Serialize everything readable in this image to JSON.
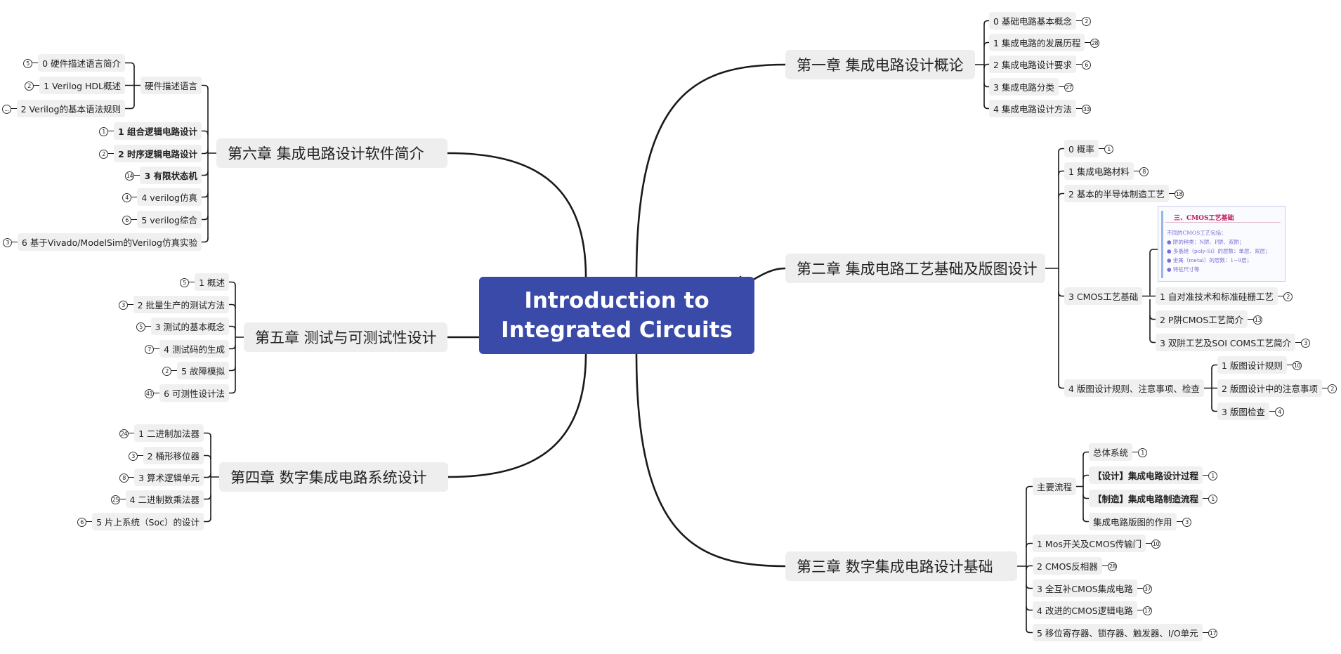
{
  "center": {
    "line1": "Introduction to",
    "line2": "Integrated Circuits"
  },
  "ch1": {
    "title": "第一章 集成电路设计概论",
    "items": [
      {
        "label": "0 基础电路基本概念",
        "count": "2"
      },
      {
        "label": "1 集成电路的发展历程",
        "count": "28"
      },
      {
        "label": "2 集成电路设计要求",
        "count": "6"
      },
      {
        "label": "3 集成电路分类",
        "count": "27"
      },
      {
        "label": "4 集成电路设计方法",
        "count": "33"
      }
    ]
  },
  "ch2": {
    "title": "第二章 集成电路工艺基础及版图设计",
    "items": [
      {
        "label": "0 概率",
        "count": "1"
      },
      {
        "label": "1 集成电路材料",
        "count": "8"
      },
      {
        "label": "2 基本的半导体制造工艺",
        "count": "18"
      },
      {
        "label": "3 CMOS工艺基础"
      },
      {
        "label": "4 版图设计规则、注意事项、检查"
      }
    ],
    "cmos": [
      {
        "label": "1 自对准技术和标准硅栅工艺",
        "count": "2"
      },
      {
        "label": "2 P阱CMOS工艺简介",
        "count": "13"
      },
      {
        "label": "3 双阱工艺及SOI COMS工艺简介",
        "count": "3"
      }
    ],
    "layout": [
      {
        "label": "1 版图设计规则",
        "count": "10"
      },
      {
        "label": "2 版图设计中的注意事项",
        "count": "2"
      },
      {
        "label": "3 版图检查",
        "count": "4"
      }
    ],
    "thumbnail": {
      "title": "三、CMOS工艺基础",
      "lines": [
        "不同的CMOS工艺包括：",
        "● 阱的种类：N阱、P阱、双阱；",
        "● 多晶硅（poly-Si）的层数：单层、双层；",
        "● 金属（metal）的层数：1~9层；",
        "● 特征尺寸等"
      ]
    }
  },
  "ch3": {
    "title": "第三章 数字集成电路设计基础",
    "items": [
      {
        "label": "主要流程"
      },
      {
        "label": "1 Mos开关及CMOS传输门",
        "count": "10"
      },
      {
        "label": "2 CMOS反相器",
        "count": "28"
      },
      {
        "label": "3 全互补CMOS集成电路",
        "count": "37"
      },
      {
        "label": "4 改进的CMOS逻辑电路",
        "count": "17"
      },
      {
        "label": "5 移位寄存器、锁存器、触发器、I/O单元",
        "count": "17"
      }
    ],
    "flow": [
      {
        "label": "总体系统",
        "count": "1"
      },
      {
        "label": "【设计】集成电路设计过程",
        "count": "1"
      },
      {
        "label": "【制造】集成电路制造流程",
        "count": "1"
      },
      {
        "label": "集成电路版图的作用",
        "count": "3"
      }
    ]
  },
  "ch4": {
    "title": "第四章 数字集成电路系统设计",
    "items": [
      {
        "label": "1 二进制加法器",
        "count": "24"
      },
      {
        "label": "2 桶形移位器",
        "count": "3"
      },
      {
        "label": "3 算术逻辑单元",
        "count": "8"
      },
      {
        "label": "4 二进制数乘法器",
        "count": "25"
      },
      {
        "label": "5 片上系统（Soc）的设计",
        "count": "6"
      }
    ]
  },
  "ch5": {
    "title": "第五章 测试与可测试性设计",
    "items": [
      {
        "label": "1 概述",
        "count": "5"
      },
      {
        "label": "2 批量生产的测试方法",
        "count": "3"
      },
      {
        "label": "3 测试的基本概念",
        "count": "5"
      },
      {
        "label": "4 测试码的生成",
        "count": "7"
      },
      {
        "label": "5 故障模拟",
        "count": "2"
      },
      {
        "label": "6 可测性设计法",
        "count": "41"
      }
    ]
  },
  "ch6": {
    "title": "第六章 集成电路设计软件简介",
    "items": [
      {
        "label": "硬件描述语言"
      },
      {
        "label": "1 组合逻辑电路设计",
        "count": "1"
      },
      {
        "label": "2 时序逻辑电路设计",
        "count": "2"
      },
      {
        "label": "3 有限状态机",
        "count": "14"
      },
      {
        "label": "4 verilog仿真",
        "count": "4"
      },
      {
        "label": "5 verilog综合",
        "count": "6"
      },
      {
        "label": "6 基于Vivado/ModelSim的Verilog仿真实验",
        "count": "3"
      }
    ],
    "hdl": [
      {
        "label": "0 硬件描述语言简介",
        "count": "5"
      },
      {
        "label": "1 Verilog HDL概述",
        "count": "2"
      },
      {
        "label": "2 Verilog的基本语法规则",
        "count": "..."
      }
    ]
  }
}
